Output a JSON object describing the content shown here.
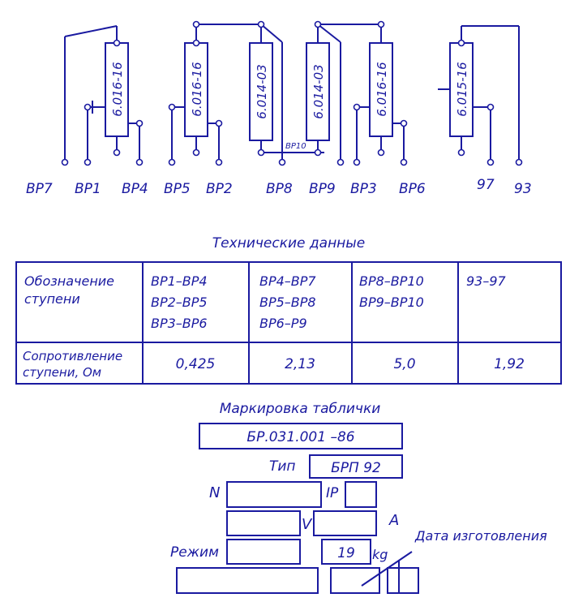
{
  "colors": {
    "ink": "#1a1aa0",
    "paper": "#ffffff"
  },
  "schematic": {
    "resistors": [
      "6.016-16",
      "6.016-16",
      "6.014-03",
      "6.014-03",
      "6.016-16",
      "6.015-16"
    ],
    "jumper_label": "ВР10",
    "terminals": [
      "ВР7",
      "ВР1",
      "ВР4",
      "ВР5",
      "ВР2",
      "ВР8",
      "ВР9",
      "ВР3",
      "ВР6",
      "97",
      "93"
    ]
  },
  "tech_data": {
    "title": "Технические данные",
    "row1_header": [
      "Обозначение",
      "ступени"
    ],
    "row2_header": [
      "Сопротивление",
      "ступени, Ом"
    ],
    "groups": [
      [
        "ВР1–ВР4",
        "ВР2–ВР5",
        "ВР3–ВР6"
      ],
      [
        "ВР4–ВР7",
        "ВР5–ВР8",
        "ВР6–Р9"
      ],
      [
        "ВР8–ВР10",
        "ВР9–ВР10"
      ],
      [
        "93–97"
      ]
    ],
    "resistances": [
      "0,425",
      "2,13",
      "5,0",
      "1,92"
    ]
  },
  "plate": {
    "title": "Маркировка таблички",
    "code": "БР.031.001 –86",
    "type_label": "Тип",
    "type_value": "БРП 92",
    "n_label": "N",
    "ip_label": "IP",
    "v_label": "V",
    "a_label": "A",
    "mode_label": "Режим",
    "mass_value": "19",
    "kg_label": "kg",
    "date_label": "Дата изготовления"
  }
}
